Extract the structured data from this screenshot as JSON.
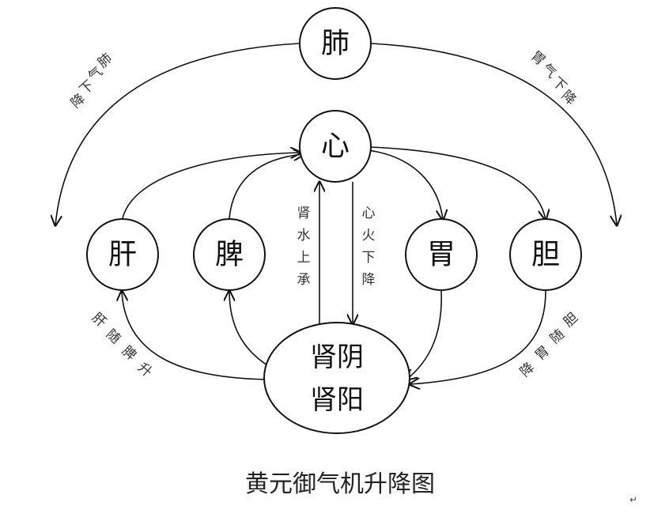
{
  "nodes": {
    "lung": "肺",
    "heart": "心",
    "liver": "肝",
    "spleen": "脾",
    "stomach": "胃",
    "gallbladder": "胆",
    "kidney_yin": "肾阴",
    "kidney_yang": "肾阳"
  },
  "labels": {
    "lung_left": "肺气下降",
    "lung_right": "胃气下降",
    "kidney_water": "肾水上承",
    "heart_fire": "心火下降",
    "liver_rise": "肝随脾升",
    "gall_descend": "胆随胃降"
  },
  "caption": "黄元御气机升降图",
  "corner_mark": "↵"
}
